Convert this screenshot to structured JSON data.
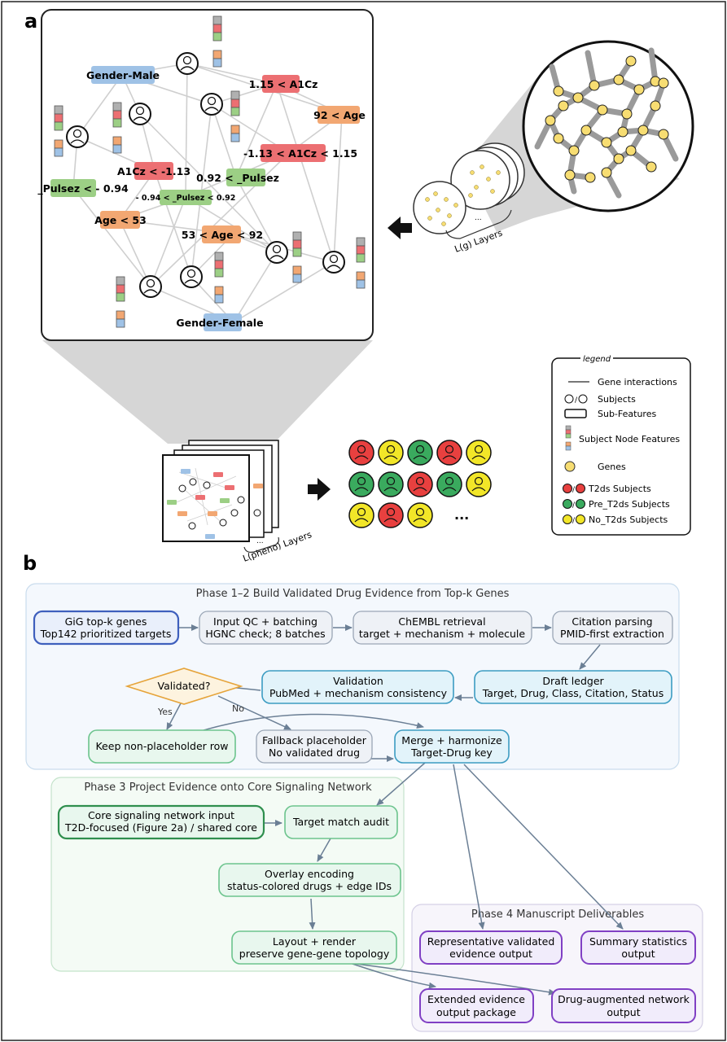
{
  "panel_a": {
    "letter": "a",
    "graph_labels": {
      "gender_male": "Gender-Male",
      "a1c_high": "1.15 < A1Cz",
      "age_high": "92 < Age",
      "a1c_mid": "-1.13 < A1Cz < 1.15",
      "a1c_low": "A1Cz < -1.13",
      "pulse_mid_high": "0.92 < _Pulsez",
      "pulse_low": "_Pulsez < - 0.94",
      "pulse_mid": "- 0.94 < _Pulsez < 0.92",
      "age_low": "Age < 53",
      "age_mid": "53 < Age < 92",
      "gender_female": "Gender-Female"
    },
    "gene_layers_label": "L(g) Layers",
    "pheno_layers_label": "L(pheno) Layers",
    "ellipsis": "...",
    "legend": {
      "title": "legend",
      "items": [
        "Gene interactions",
        "Subjects",
        "Sub-Features",
        "Subject Node Features",
        "Genes",
        "T2ds Subjects",
        "Pre_T2ds Subjects",
        "No_T2ds Subjects"
      ],
      "separator": "/"
    },
    "colors": {
      "t2ds": "#e8403f",
      "pre_t2ds": "#3aaa5e",
      "no_t2ds": "#f2e628",
      "gene": "#f7dd72",
      "a1c": "#ec6f72",
      "age": "#f2a772",
      "pulse": "#9ccf85",
      "gender": "#9fc2e6"
    }
  },
  "panel_b": {
    "letter": "b",
    "phase12_title": "Phase 1–2  Build Validated Drug Evidence from Top-k Genes",
    "phase3_title": "Phase 3  Project Evidence onto Core Signaling Network",
    "phase4_title": "Phase 4  Manuscript Deliverables",
    "nodes": {
      "gig": [
        "GiG top-k genes",
        "Top142 prioritized targets"
      ],
      "qc": [
        "Input QC + batching",
        "HGNC check; 8 batches"
      ],
      "chembl": [
        "ChEMBL retrieval",
        "target + mechanism + molecule"
      ],
      "citation": [
        "Citation parsing",
        "PMID-first extraction"
      ],
      "draft": [
        "Draft ledger",
        "Target, Drug, Class, Citation, Status"
      ],
      "validation": [
        "Validation",
        "PubMed + mechanism consistency"
      ],
      "validated": [
        "Validated?"
      ],
      "keep": [
        "Keep non-placeholder row"
      ],
      "fallback": [
        "Fallback placeholder",
        "No validated drug"
      ],
      "merge": [
        "Merge + harmonize",
        "Target-Drug key"
      ],
      "core": [
        "Core signaling network input",
        "T2D-focused (Figure 2a) / shared core"
      ],
      "audit": [
        "Target match audit"
      ],
      "overlay": [
        "Overlay encoding",
        "status-colored drugs + edge IDs"
      ],
      "layout": [
        "Layout + render",
        "preserve gene-gene topology"
      ],
      "rep": [
        "Representative validated",
        "evidence output"
      ],
      "summary": [
        "Summary statistics",
        "output"
      ],
      "extended": [
        "Extended evidence",
        "output package"
      ],
      "augmented": [
        "Drug-augmented network",
        "output"
      ]
    },
    "edge_labels": {
      "yes": "Yes",
      "no": "No"
    }
  }
}
